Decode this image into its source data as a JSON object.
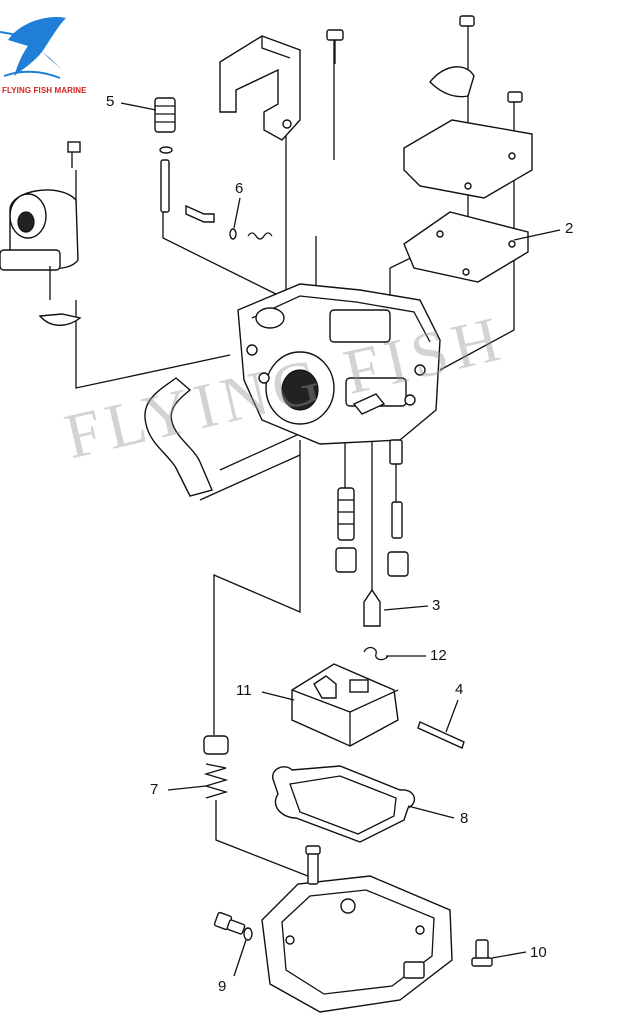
{
  "logo": {
    "text": "FLYING FISH MARINE",
    "icon": "fish-logo-icon",
    "color": "#d62020",
    "accent": "#1f7fd6"
  },
  "watermark": {
    "text": "FLYING FISH"
  },
  "callouts": [
    {
      "id": "5",
      "label": "5"
    },
    {
      "id": "6",
      "label": "6"
    },
    {
      "id": "2",
      "label": "2"
    },
    {
      "id": "3",
      "label": "3"
    },
    {
      "id": "12",
      "label": "12"
    },
    {
      "id": "11",
      "label": "11"
    },
    {
      "id": "4",
      "label": "4"
    },
    {
      "id": "7",
      "label": "7"
    },
    {
      "id": "8",
      "label": "8"
    },
    {
      "id": "10",
      "label": "10"
    },
    {
      "id": "9",
      "label": "9"
    }
  ]
}
